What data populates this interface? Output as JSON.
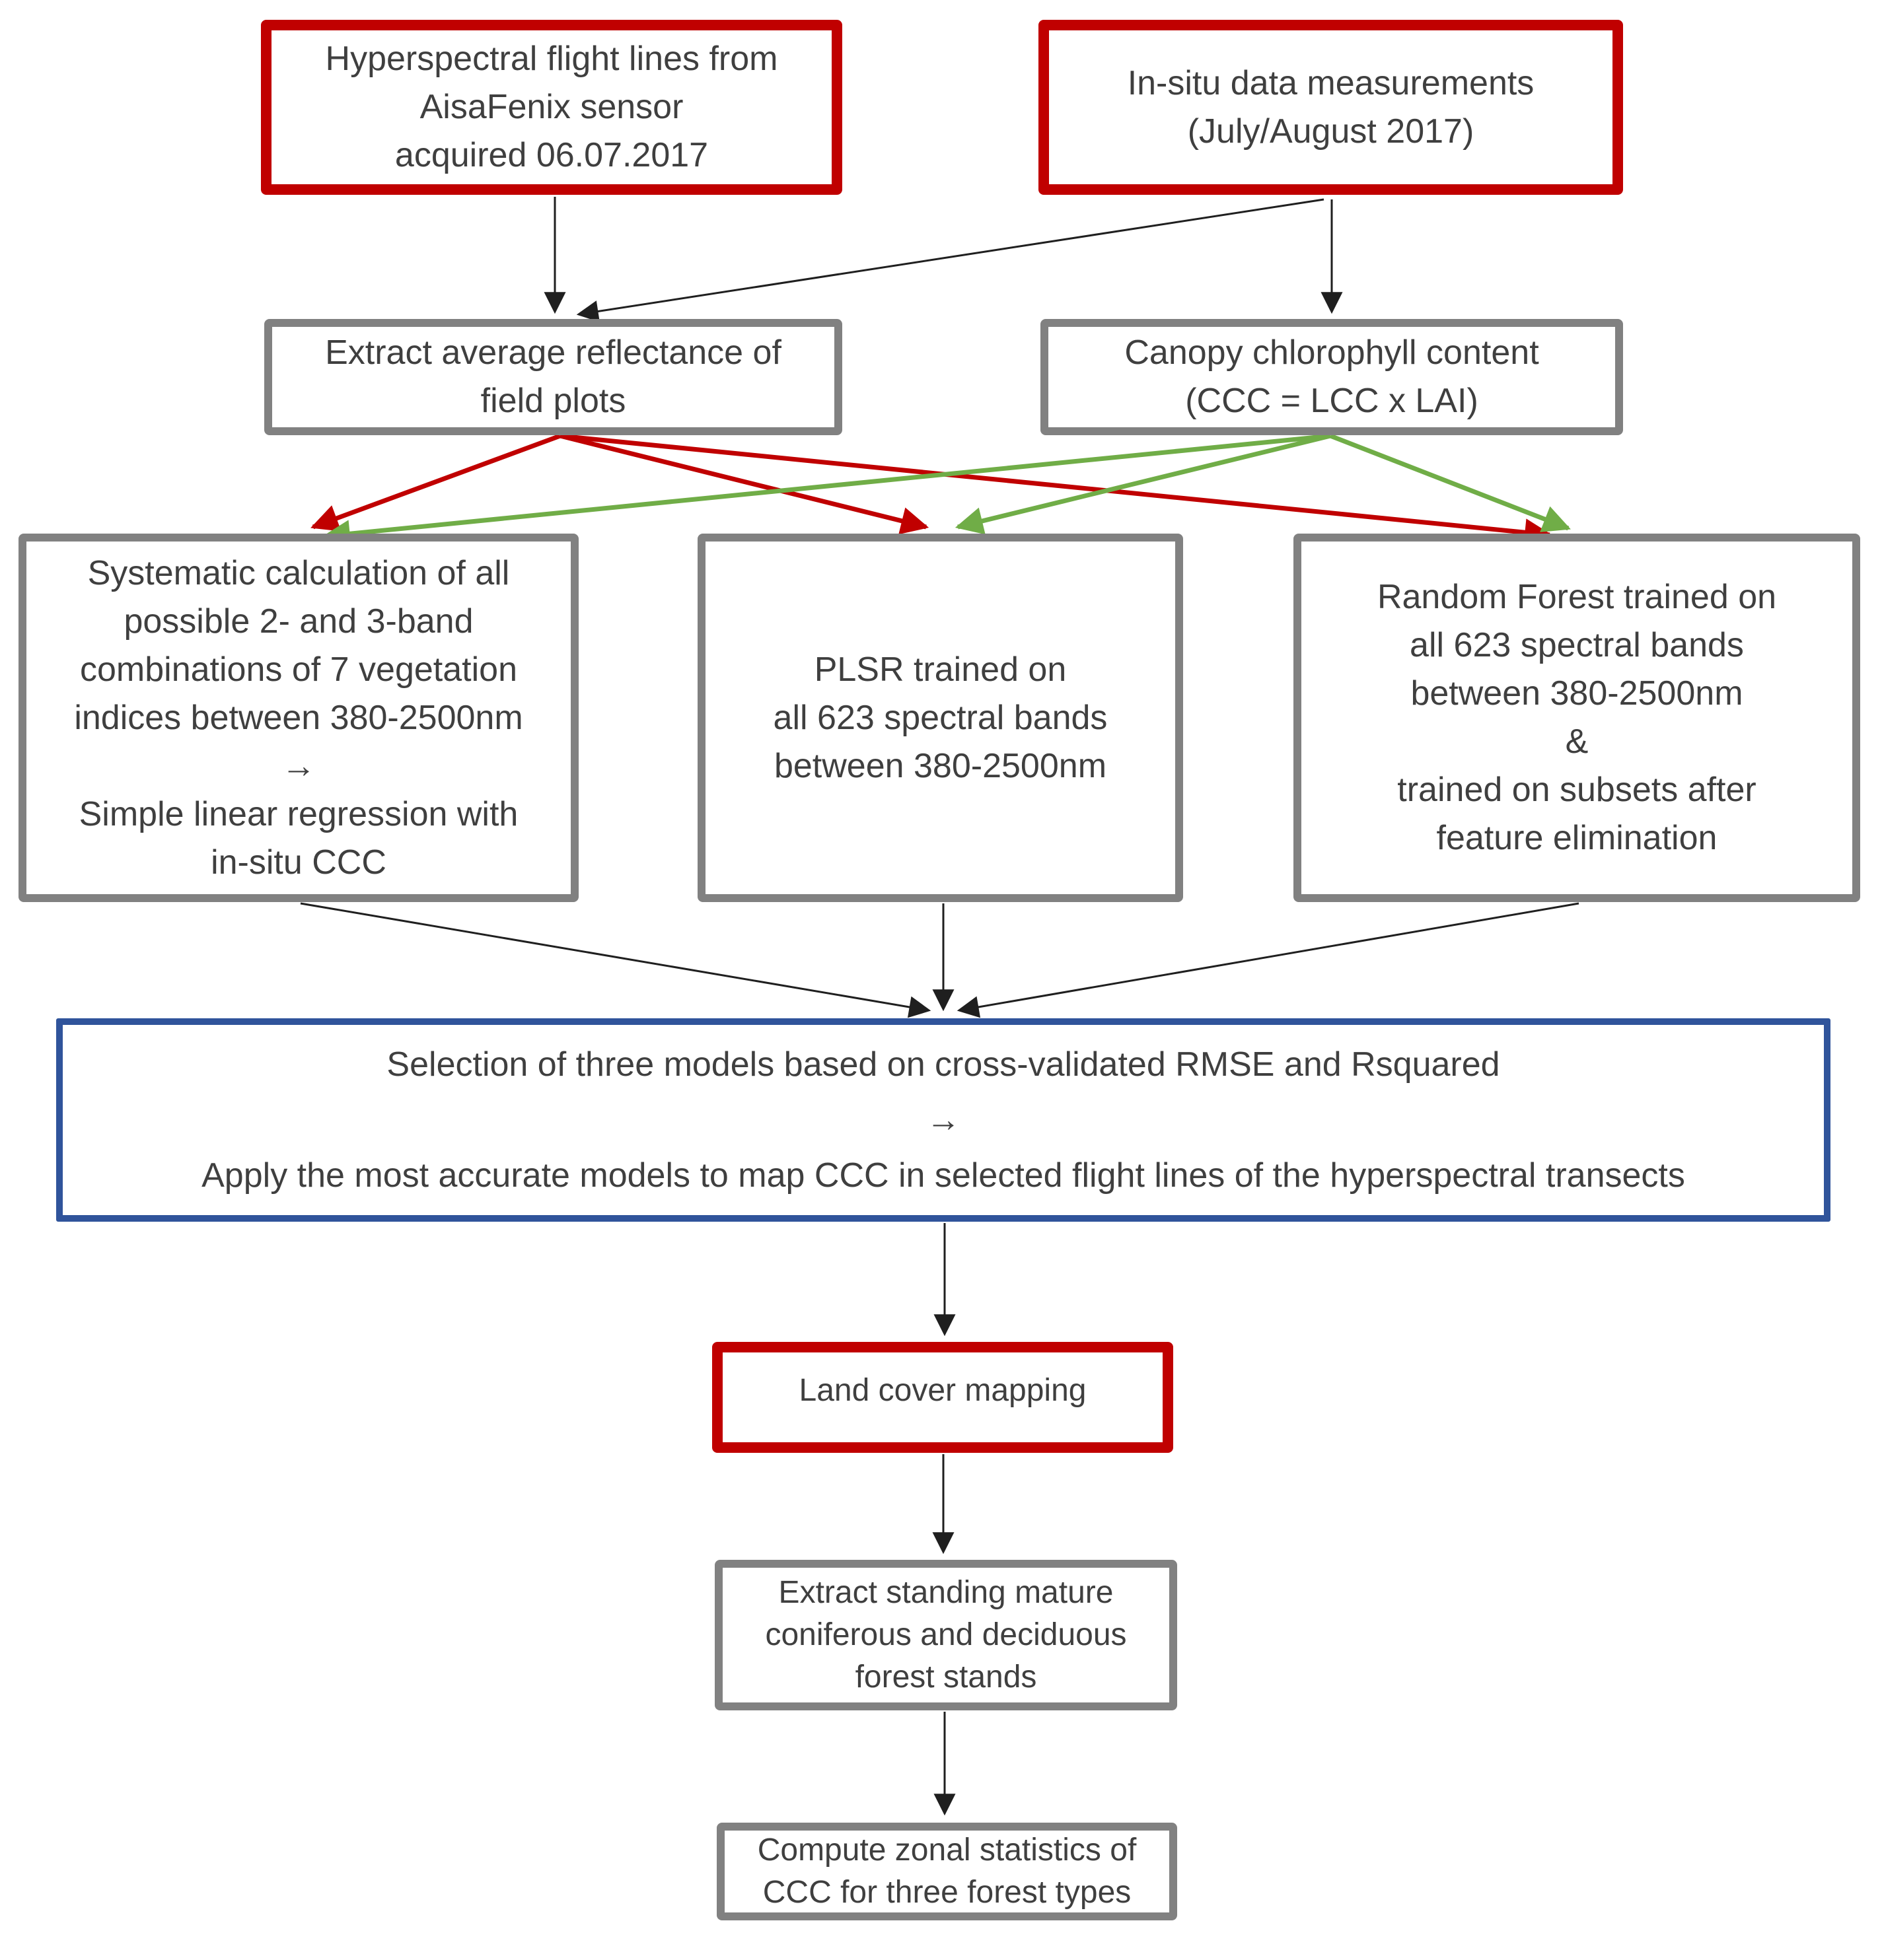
{
  "diagram_title": "CCC mapping workflow flowchart",
  "colors": {
    "input_box_border": "#c00000",
    "process_box_border": "#818181",
    "selection_box_border": "#30549b",
    "reflectance_arrows": "#c00000",
    "ccc_arrows": "#70ad47",
    "flow_arrows": "#1f1f1f",
    "text": "#3f3f3f"
  },
  "boxes": {
    "hyperspectral": {
      "lines": [
        "Hyperspectral flight lines from",
        "AisaFenix sensor",
        "acquired 06.07.2017"
      ]
    },
    "insitu": {
      "lines": [
        "In-situ data measurements",
        "(July/August 2017)"
      ]
    },
    "extract_reflectance": {
      "lines": [
        "Extract average reflectance of",
        "field plots"
      ]
    },
    "canopy_chlorophyll": {
      "lines": [
        "Canopy chlorophyll content",
        "(CCC = LCC x LAI)"
      ]
    },
    "vegetation_indices": {
      "lines": [
        "Systematic calculation of all",
        "possible 2- and 3-band",
        "combinations of 7 vegetation",
        "indices between 380-2500nm",
        "→",
        "Simple linear regression with",
        "in-situ CCC"
      ]
    },
    "plsr": {
      "lines": [
        "PLSR trained on",
        "all 623 spectral bands",
        "between 380-2500nm"
      ]
    },
    "random_forest": {
      "lines": [
        "Random Forest trained on",
        "all 623 spectral bands",
        "between 380-2500nm",
        "&",
        "trained on subsets after",
        "feature elimination"
      ]
    },
    "model_selection": {
      "lines": [
        "Selection of three models based on cross-validated RMSE and Rsquared",
        "→",
        "Apply the most accurate models to map CCC in selected flight lines of the hyperspectral transects"
      ]
    },
    "land_cover": {
      "lines": [
        "Land cover mapping"
      ]
    },
    "forest_stands": {
      "lines": [
        "Extract standing mature",
        "coniferous and deciduous",
        "forest stands"
      ]
    },
    "zonal_statistics": {
      "lines": [
        "Compute zonal statistics of",
        "CCC for three forest types"
      ]
    }
  }
}
